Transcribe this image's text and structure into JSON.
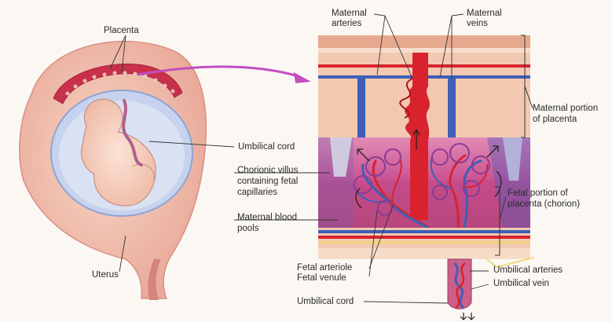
{
  "labels": {
    "placenta": "Placenta",
    "umbilical_cord_left": "Umbilical cord",
    "chorionic_villus_1": "Chorionic villus",
    "chorionic_villus_2": "containing fetal",
    "chorionic_villus_3": "capillaries",
    "maternal_blood_pools_1": "Maternal blood",
    "maternal_blood_pools_2": "pools",
    "uterus": "Uterus",
    "fetal_arteriole": "Fetal arteriole",
    "fetal_venule": "Fetal venule",
    "umbilical_cord_bottom": "Umbilical cord",
    "maternal_arteries_1": "Maternal",
    "maternal_arteries_2": "arteries",
    "maternal_veins_1": "Maternal",
    "maternal_veins_2": "veins",
    "maternal_portion_1": "Maternal portion",
    "maternal_portion_2": "of placenta",
    "fetal_portion_1": "Fetal portion of",
    "fetal_portion_2": "placenta (chorion)",
    "umbilical_arteries": "Umbilical arteries",
    "umbilical_vein": "Umbilical vein"
  },
  "colors": {
    "maternal_tissue": "#f2c9b0",
    "blood_pool": "#d8458a",
    "artery_red": "#d8232e",
    "vein_blue": "#3d5fb8",
    "uterus_wall": "#f0bfb0",
    "amniotic_fluid": "#c7d3ee"
  }
}
